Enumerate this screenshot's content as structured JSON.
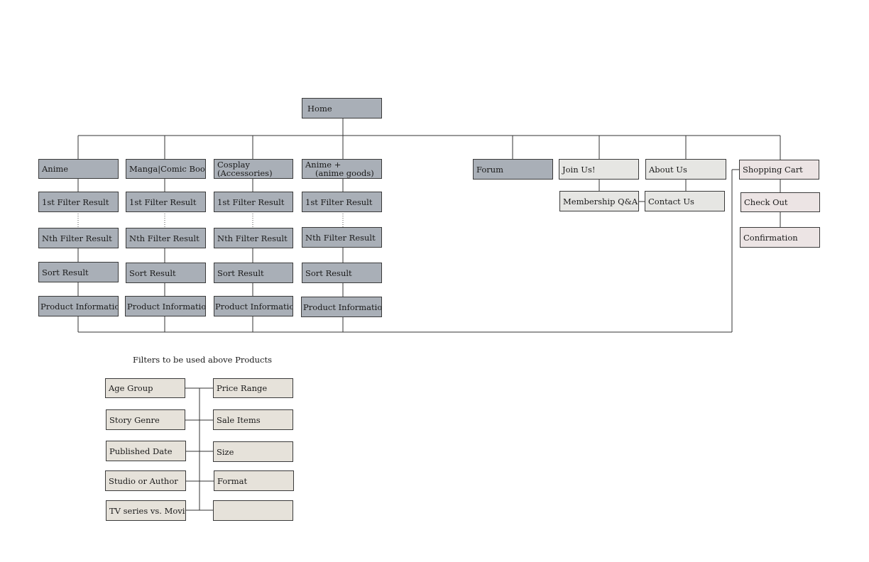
{
  "home": "Home",
  "columns": [
    {
      "top": "Anime",
      "steps": [
        "1st Filter Result",
        "Nth Filter Result",
        "Sort Result",
        "Product Information"
      ]
    },
    {
      "top": "Manga|Comic Books",
      "steps": [
        "1st Filter Result",
        "Nth Filter Result",
        "Sort Result",
        "Product Information"
      ]
    },
    {
      "top_line1": "Cosplay",
      "top_line2": "(Accessories)",
      "steps": [
        "1st Filter Result",
        "Nth Filter Result",
        "Sort Result",
        "Product Information"
      ]
    },
    {
      "top_line1": "Anime +",
      "top_line2": "(anime goods)",
      "steps": [
        "1st Filter Result",
        "Nth Filter Result",
        "Sort Result",
        "Product Information"
      ]
    }
  ],
  "forum": "Forum",
  "join": {
    "label": "Join Us!",
    "child": "Membership Q&A"
  },
  "about": {
    "label": "About Us",
    "child": "Contact Us"
  },
  "cart": {
    "label": "Shopping Cart",
    "steps": [
      "Check Out",
      "Confirmation"
    ]
  },
  "filters": {
    "caption": "Filters to be used above Products",
    "left": [
      "Age Group",
      "Story Genre",
      "Published Date",
      "Studio or Author",
      "TV series vs. Movie"
    ],
    "right": [
      "Price Range",
      "Sale Items",
      "Size",
      "Format",
      ""
    ]
  }
}
